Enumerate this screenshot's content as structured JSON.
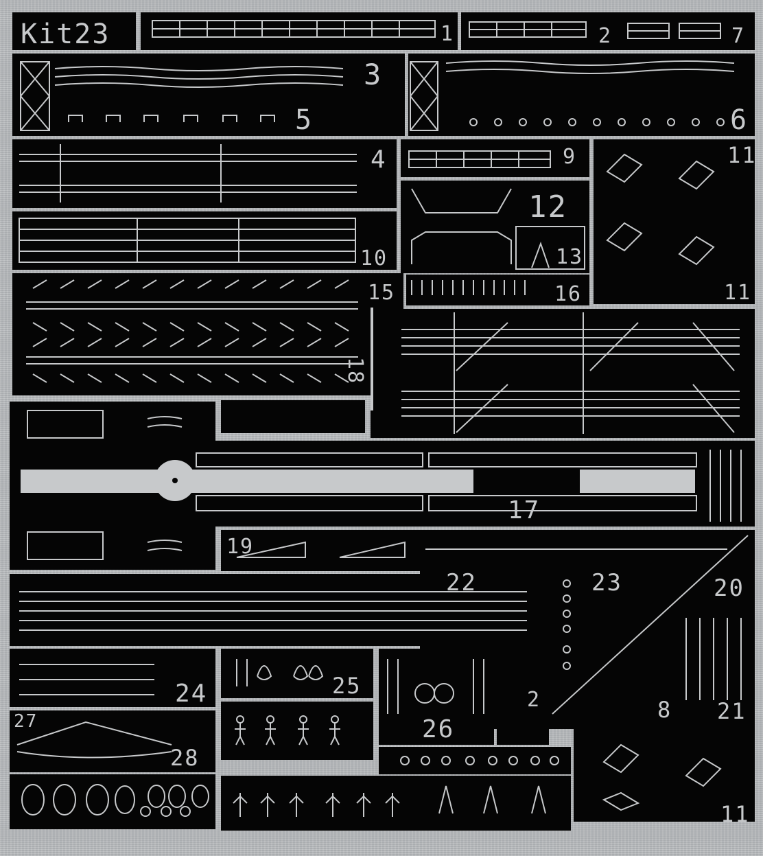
{
  "sheet": {
    "title": "Kit23",
    "colors": {
      "fret_metal": "#b7babd",
      "etched_black": "#050505",
      "part_silver": "#c7c9cb"
    }
  },
  "part_numbers": {
    "p1": "1",
    "p2": "2",
    "p3": "3",
    "p4": "4",
    "p5": "5",
    "p6": "6",
    "p7": "7",
    "p8": "8",
    "p9": "9",
    "p10": "10",
    "p11a": "11",
    "p11b": "11",
    "p11c": "11",
    "p12": "12",
    "p13": "13",
    "p15": "15",
    "p16": "16",
    "p17": "17",
    "p18": "18",
    "p19": "19",
    "p20": "20",
    "p21a": "21",
    "p21b": "21",
    "p22": "22",
    "p23": "23",
    "p24": "24",
    "p25": "25",
    "p26": "26",
    "p27": "27",
    "p28": "28",
    "p2b": "2"
  }
}
